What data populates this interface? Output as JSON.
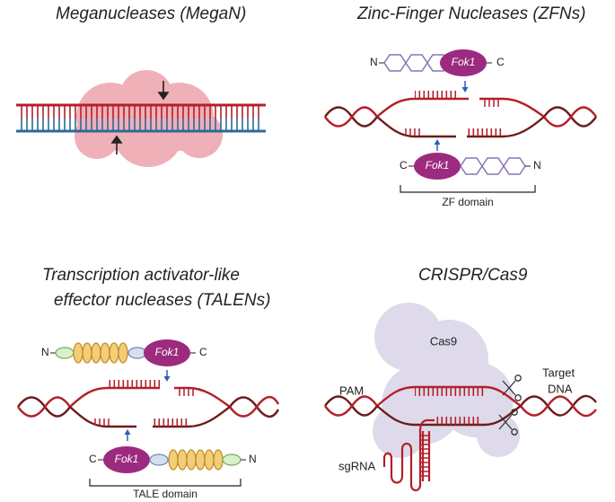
{
  "panels": {
    "meganuclease": {
      "title": "Meganucleases (MegaN)"
    },
    "zfn": {
      "title": "Zinc-Finger Nucleases (ZFNs)",
      "n_terminal": "N",
      "c_terminal": "C",
      "enzyme": "Fok1",
      "domain_label": "ZF domain"
    },
    "talen": {
      "title_line1": "Transcription activator-like",
      "title_line2": "effector nucleases (TALENs)",
      "n_terminal": "N",
      "c_terminal": "C",
      "enzyme": "Fok1",
      "domain_label": "TALE domain"
    },
    "crispr": {
      "title": "CRISPR/Cas9",
      "cas9_label": "Cas9",
      "pam_label": "PAM",
      "target_line1": "Target",
      "target_line2": "DNA",
      "sgrna_label": "sgRNA"
    }
  },
  "colors": {
    "dna_red": "#b3202a",
    "dna_blue": "#2c6a9a",
    "dna_dark": "#6e1b1b",
    "fok1": "#9c2b7f",
    "zinc_finger": "#8a74b6",
    "tale_repeat": "#e3a93a",
    "mega_body": "#e9939c",
    "cas9_body": "#c9c2de",
    "arrow_blue": "#2c5fb8"
  }
}
